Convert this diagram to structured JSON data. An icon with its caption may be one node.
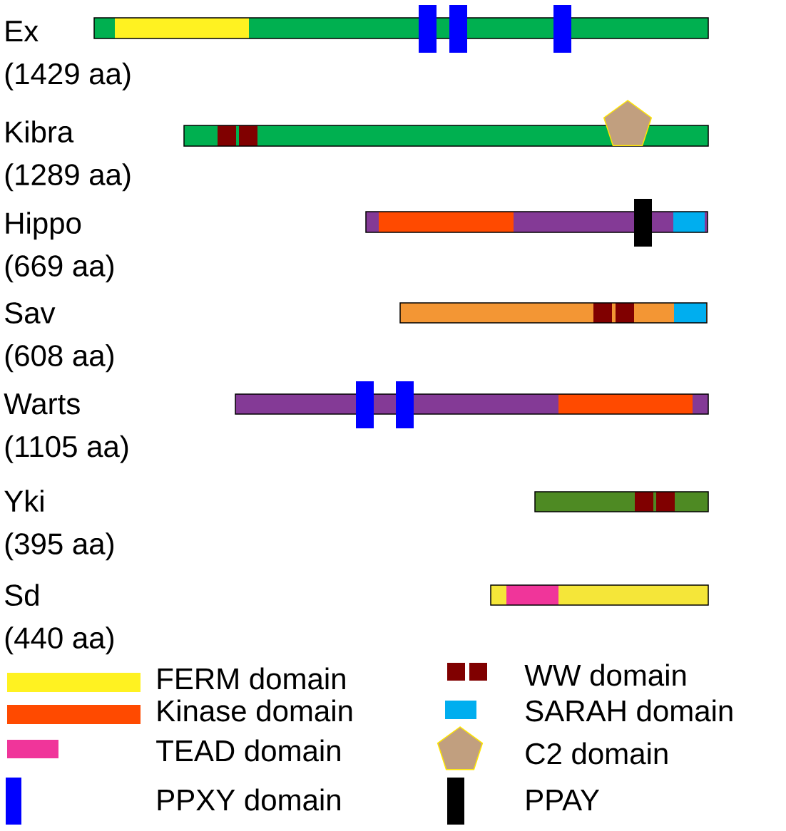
{
  "diagram": {
    "nodes": [
      {
        "text": [
          "Ex",
          "(1429 aa)"
        ]
      },
      {
        "text": [
          "Kibra",
          "(1289 aa)"
        ]
      },
      {
        "text": [
          "Hippo",
          "(669 aa)"
        ]
      },
      {
        "text": [
          "Sav",
          "(608 aa)"
        ]
      },
      {
        "text": [
          "Warts",
          "(1105 aa)"
        ]
      },
      {
        "text": [
          "Yki",
          "(395 aa)"
        ]
      },
      {
        "text": [
          "Sd",
          "(440 aa)"
        ]
      }
    ],
    "legend": [
      {
        "text": "FERM domain",
        "color": "#fff221"
      },
      {
        "text": "Kinase domain",
        "color": "#ff4a00"
      },
      {
        "text": "TEAD domain",
        "color": "#f0359a"
      },
      {
        "text": "PPXY domain",
        "color": "#0000ff"
      },
      {
        "text": "WW domain",
        "color": "#800000"
      },
      {
        "text": "SARAH domain",
        "color": "#00aeef"
      },
      {
        "text": "C2 domain"
      },
      {
        "text": "PPAY",
        "color": "#000000"
      }
    ]
  }
}
